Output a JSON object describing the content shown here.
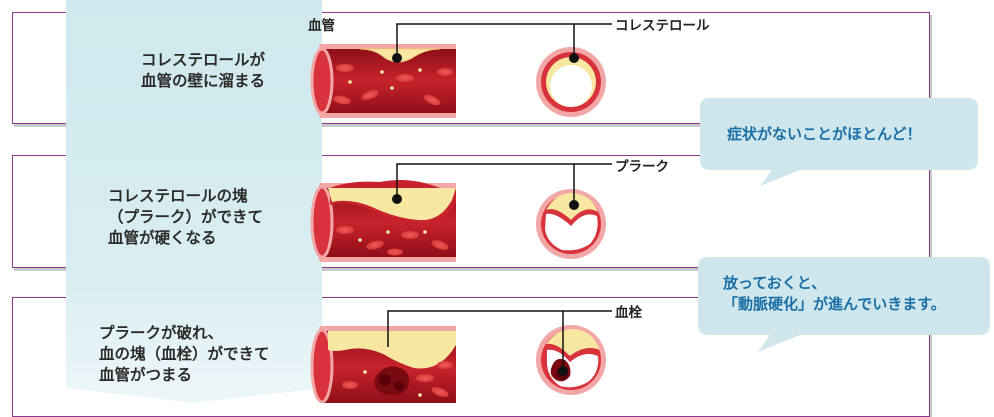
{
  "labels": {
    "vessel": "血管",
    "cholesterol": "コレステロール",
    "plaque": "プラーク",
    "clot": "血栓"
  },
  "steps": [
    {
      "text": "コレステロールが\n血管の壁に溜まる"
    },
    {
      "text": "コレステロールの塊\n（プラーク）ができて\n血管が硬くなる"
    },
    {
      "text": "プラークが破れ、\n血の塊（血栓）ができて\n血管がつまる"
    }
  ],
  "callouts": [
    {
      "text": "症状がないことがほとんど！"
    },
    {
      "text": "放っておくと、\n「動脈硬化」が進んでいきます。"
    }
  ],
  "colors": {
    "panel_border": "#8a3a8a",
    "vessel_dark": "#a8141e",
    "vessel_mid": "#d8323c",
    "vessel_light": "#f3a6a6",
    "plaque": "#f7e7a0",
    "callout_bg": "#cfe7ec",
    "callout_text": "#1a6fa6",
    "gradient_top": "#cfe9ee"
  }
}
